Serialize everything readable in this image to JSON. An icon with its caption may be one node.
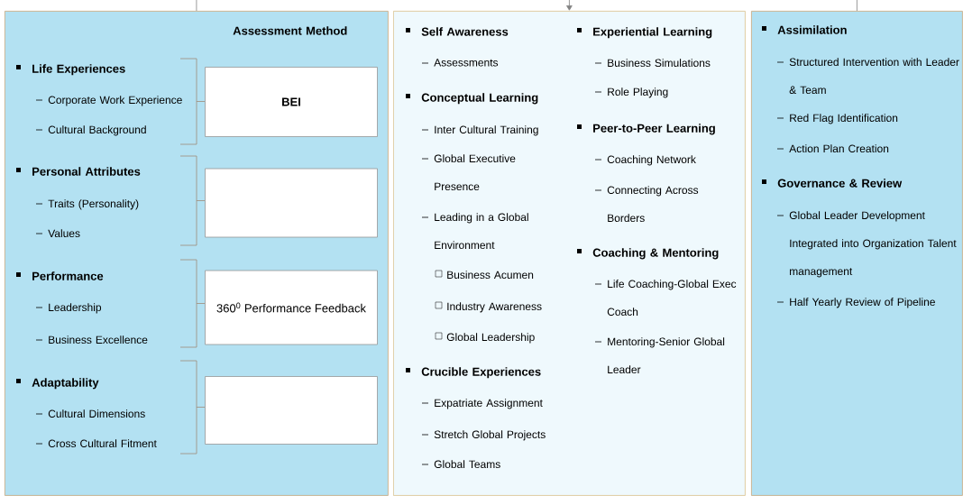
{
  "diagram": {
    "nodes": [
      {
        "text": [
          "Assessment Method",
          "Life Experiences",
          "Corporate Work Experience",
          "Cultural Background",
          "Personal Attributes",
          "Traits (Personality)",
          "Values",
          "Performance",
          "Leadership",
          "Business Excellence",
          "Adaptability",
          "Cultural Dimensions",
          "Cross Cultural Fitment"
        ]
      },
      {
        "text": [
          "Self Awareness",
          "Assessments",
          "Conceptual Learning",
          "Inter Cultural Training",
          "Global Executive Presence",
          "Leading in a Global Environment",
          "Business Acumen",
          "Industry Awareness",
          "Global Leadership",
          "Crucible Experiences",
          "Expatriate Assignment",
          "Stretch Global Projects",
          "Global Teams",
          "Experiential Learning",
          "Business Simulations",
          "Role Playing",
          "Peer-to-Peer Learning",
          "Coaching Network",
          "Connecting Across Borders",
          "Coaching & Mentoring",
          "Life Coaching-Global Exec Coach",
          "Mentoring-Senior Global Leader"
        ]
      },
      {
        "text": [
          "Assimilation",
          "Structured Intervention with Leader & Team",
          "Red Flag Identification",
          "Action Plan Creation",
          "Governance & Review",
          "Global Leader Development Integrated into Organization Talent management",
          "Half Yearly Review of Pipeline"
        ]
      },
      {
        "text": [
          "BEI"
        ],
        "in": 0
      },
      {
        "text": [],
        "shape": "box",
        "in": 0
      },
      {
        "text": [
          "360$^{0}$ Performance Feedback"
        ],
        "in": 0
      },
      {
        "text": [],
        "shape": "box",
        "in": 0
      }
    ],
    "edges": [
      {
        "from": null,
        "to": 0,
        "arrow": "none"
      },
      {
        "from": null,
        "to": 1,
        "arrow": "to"
      },
      {
        "from": null,
        "to": 2,
        "arrow": "none"
      }
    ]
  }
}
